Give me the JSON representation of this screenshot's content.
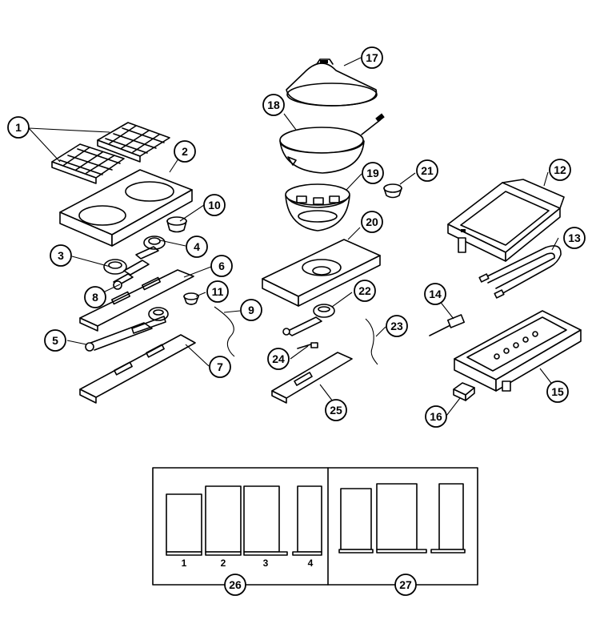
{
  "callouts": {
    "c1": "1",
    "c2": "2",
    "c3": "3",
    "c4": "4",
    "c5": "5",
    "c6": "6",
    "c7": "7",
    "c8": "8",
    "c9": "9",
    "c10": "10",
    "c11": "11",
    "c12": "12",
    "c13": "13",
    "c14": "14",
    "c15": "15",
    "c16": "16",
    "c17": "17",
    "c18": "18",
    "c19": "19",
    "c20": "20",
    "c21": "21",
    "c22": "22",
    "c23": "23",
    "c24": "24",
    "c25": "25",
    "c26": "26",
    "c27": "27"
  },
  "panel_labels": {
    "p1": "1",
    "p2": "2",
    "p3": "3",
    "p4": "4"
  }
}
